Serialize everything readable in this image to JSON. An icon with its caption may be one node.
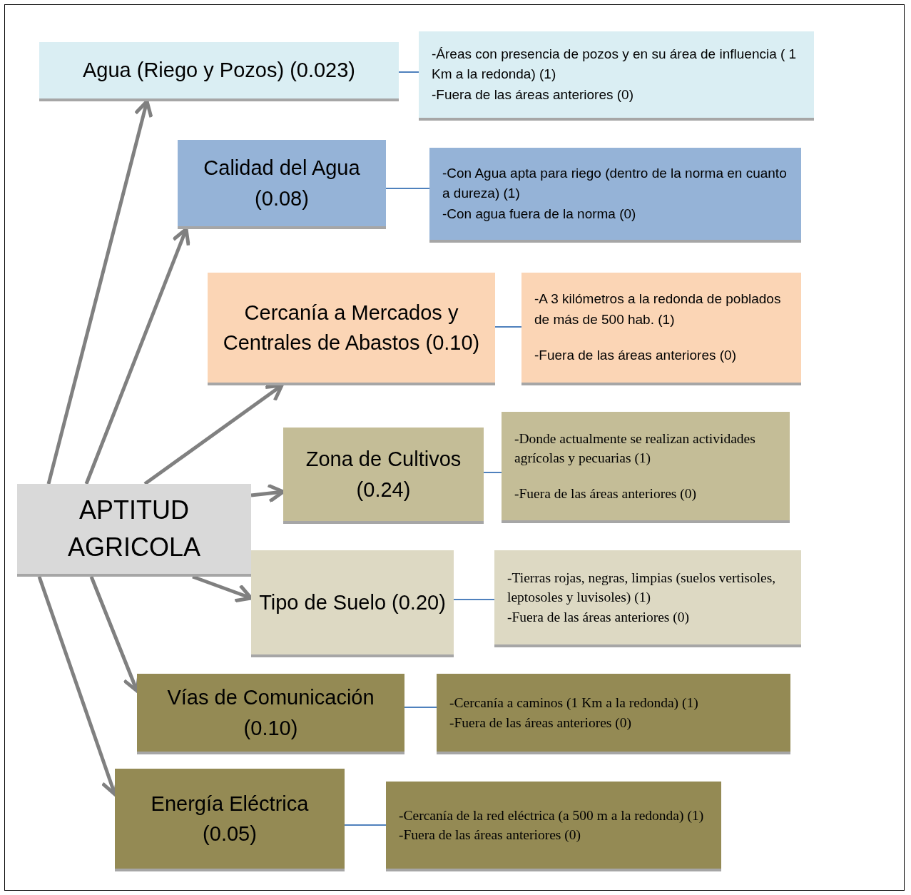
{
  "diagram": {
    "nodes": [
      {
        "text": [
          "APTITUD AGRICOLA"
        ]
      },
      {
        "text": [
          "Agua (Riego y Pozos) (0.023)"
        ]
      },
      {
        "text": [
          "-Áreas con presencia de pozos y en su área de influencia ( 1 Km a la redonda) (1)",
          "-Fuera de las áreas anteriores (0)"
        ]
      },
      {
        "text": [
          "Calidad del Agua (0.08)"
        ]
      },
      {
        "text": [
          "-Con Agua apta para riego (dentro de la norma en cuanto a dureza) (1)",
          "-Con agua fuera de la norma (0)"
        ]
      },
      {
        "text": [
          "Cercanía a Mercados y Centrales de Abastos (0.10)"
        ]
      },
      {
        "text": [
          "-A 3 kilómetros a la redonda de poblados de más de 500 hab. (1)",
          "-Fuera de las áreas anteriores (0)"
        ]
      },
      {
        "text": [
          "Zona de Cultivos (0.24)"
        ]
      },
      {
        "text": [
          "-Donde actualmente se realizan actividades agrícolas y pecuarias (1)",
          "-Fuera de las áreas anteriores (0)"
        ]
      },
      {
        "text": [
          "Tipo de Suelo (0.20)"
        ]
      },
      {
        "text": [
          "-Tierras rojas, negras, limpias (suelos vertisoles, leptosoles y luvisoles) (1)",
          "-Fuera de las áreas anteriores (0)"
        ]
      },
      {
        "text": [
          "Vías de Comunicación (0.10)"
        ]
      },
      {
        "text": [
          "-Cercanía a caminos (1 Km a la redonda) (1)",
          "-Fuera de las áreas anteriores (0)"
        ]
      },
      {
        "text": [
          "Energía Eléctrica (0.05)"
        ]
      },
      {
        "text": [
          "-Cercanía de la red eléctrica (a 500 m  a la redonda) (1)",
          "-Fuera de las áreas anteriores (0)"
        ]
      }
    ],
    "edges": [
      {
        "from": 0,
        "to": 1,
        "arrow": "to",
        "style": "thick"
      },
      {
        "from": 0,
        "to": 3,
        "arrow": "to",
        "style": "thick"
      },
      {
        "from": 0,
        "to": 5,
        "arrow": "to",
        "style": "thick"
      },
      {
        "from": 0,
        "to": 7,
        "arrow": "to",
        "style": "thick"
      },
      {
        "from": 0,
        "to": 9,
        "arrow": "to",
        "style": "thick"
      },
      {
        "from": 0,
        "to": 11,
        "arrow": "to",
        "style": "thick"
      },
      {
        "from": 0,
        "to": 13,
        "arrow": "to",
        "style": "thick"
      },
      {
        "from": 1,
        "to": 2,
        "arrow": "none",
        "color": "#4f81bd"
      },
      {
        "from": 3,
        "to": 4,
        "arrow": "none",
        "color": "#4f81bd"
      },
      {
        "from": 5,
        "to": 6,
        "arrow": "none",
        "color": "#4f81bd"
      },
      {
        "from": 7,
        "to": 8,
        "arrow": "none",
        "color": "#4f81bd"
      },
      {
        "from": 9,
        "to": 10,
        "arrow": "none",
        "color": "#4f81bd"
      },
      {
        "from": 11,
        "to": 12,
        "arrow": "none",
        "color": "#4f81bd"
      },
      {
        "from": 13,
        "to": 14,
        "arrow": "none",
        "color": "#4f81bd"
      }
    ]
  }
}
